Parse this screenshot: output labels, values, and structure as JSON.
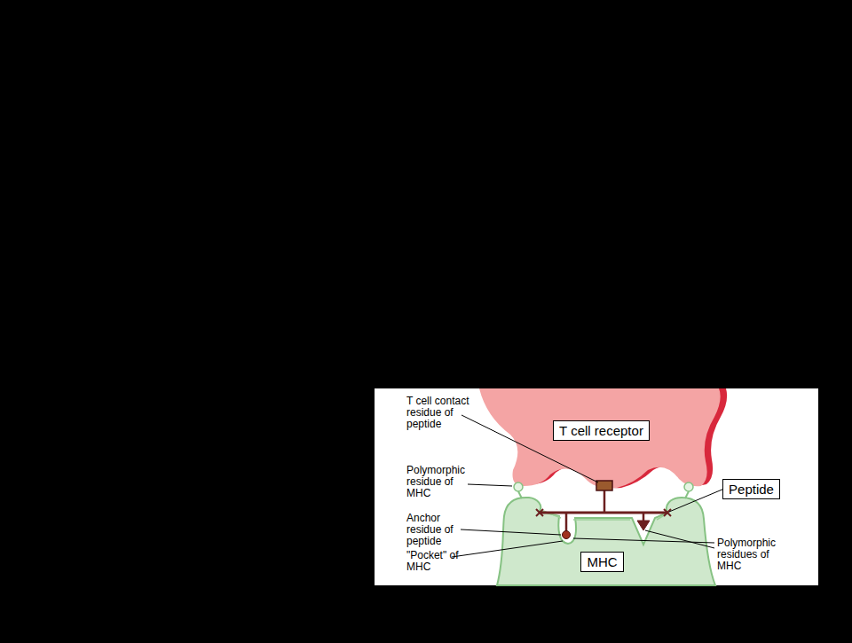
{
  "diagram": {
    "nodes": [
      {
        "text": [
          "T cell receptor"
        ]
      },
      {
        "text": [
          "Peptide"
        ]
      },
      {
        "text": [
          "MHC"
        ]
      }
    ],
    "labels": [
      "T cell contact residue of peptide",
      "Polymorphic residue of MHC",
      "Anchor residue of peptide",
      "\"Pocket\" of MHC",
      "Polymorphic residues of MHC"
    ]
  }
}
